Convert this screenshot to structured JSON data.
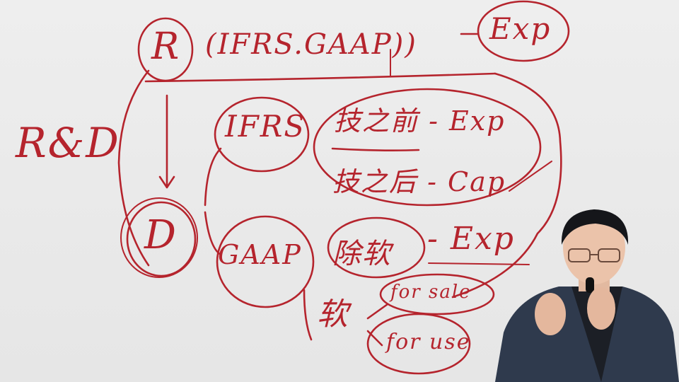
{
  "board": {
    "r": "R",
    "r_standards": "(IFRS.GAAP))",
    "exp_top": "Exp",
    "rd": "R&D",
    "ifrs": "IFRS",
    "ifrs_research_line": "技之前 - Exp",
    "ifrs_dev_line": "技之后 - Cap",
    "d": "D",
    "gaap": "GAAP",
    "gaap_dev": "除软",
    "gaap_exp": "- Exp",
    "software": "软",
    "for_sale": "for sale",
    "for_use": "for use"
  },
  "colors": {
    "ink": "#b5242d",
    "board": "#ebebeb"
  }
}
